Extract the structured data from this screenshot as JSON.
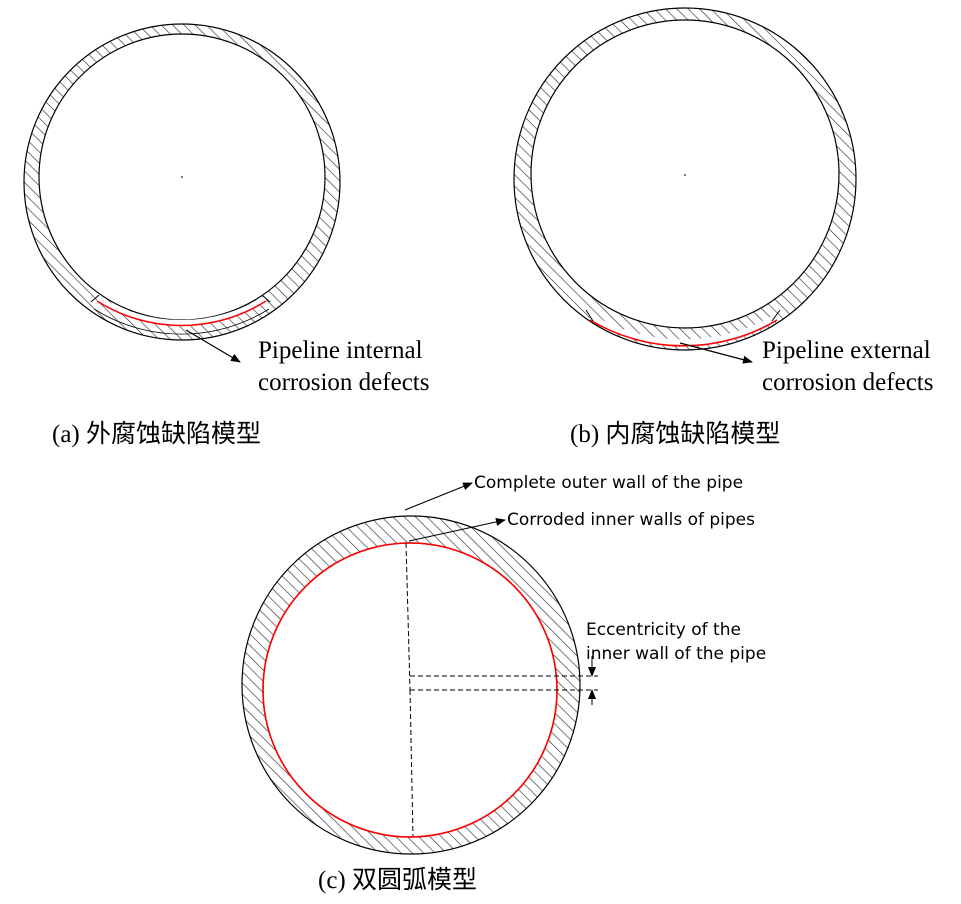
{
  "panel_a": {
    "caption": "(a) 外腐蚀缺陷模型",
    "label_line1": "Pipeline internal",
    "label_line2": "corrosion defects"
  },
  "panel_b": {
    "caption": "(b) 内腐蚀缺陷模型",
    "label_line1": "Pipeline external",
    "label_line2": "corrosion defects"
  },
  "panel_c": {
    "caption": "(c) 双圆弧模型",
    "outer_wall_label": "Complete outer wall of the pipe",
    "inner_wall_label": "Corroded inner walls of pipes",
    "eccentricity_line1": "Eccentricity of the",
    "eccentricity_line2": "inner wall of the pipe"
  },
  "colors": {
    "stroke": "#000000",
    "hatch": "#333333",
    "defect": "#ff0000"
  }
}
